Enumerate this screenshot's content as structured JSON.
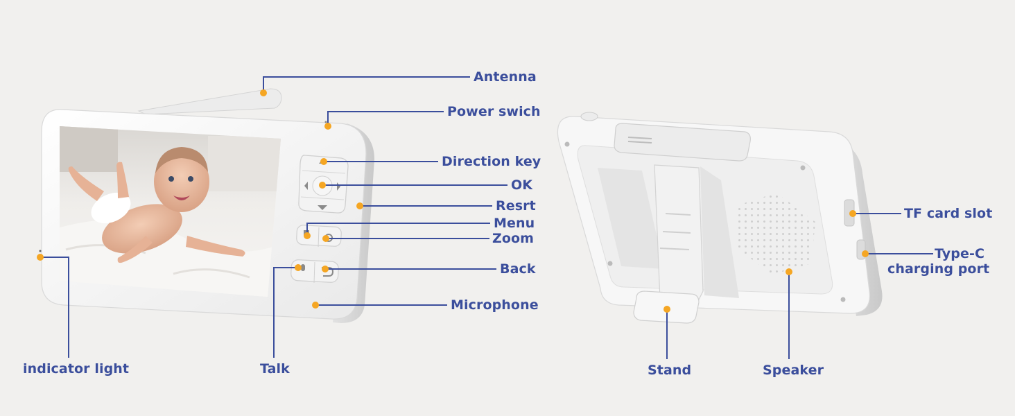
{
  "colors": {
    "background": "#f1f0ee",
    "label_text": "#3b4e9c",
    "leader_line": "#3b4e9c",
    "callout_dot": "#f5a623",
    "device_body": "#ffffff",
    "device_edge": "#d8d8d8"
  },
  "front_view": {
    "labels": {
      "antenna": "Antenna",
      "power_switch": "Power swich",
      "direction_key": "Direction key",
      "ok": "OK",
      "reset": "Resrt",
      "menu": "Menu",
      "zoom": "Zoom",
      "back": "Back",
      "microphone": "Microphone",
      "indicator_light": "indicator light",
      "talk": "Talk"
    },
    "screen_content": "baby-photo"
  },
  "back_view": {
    "labels": {
      "tf_card_slot": "TF card slot",
      "type_c_line1": "Type-C",
      "type_c_line2": "charging port",
      "stand": "Stand",
      "speaker": "Speaker"
    }
  }
}
